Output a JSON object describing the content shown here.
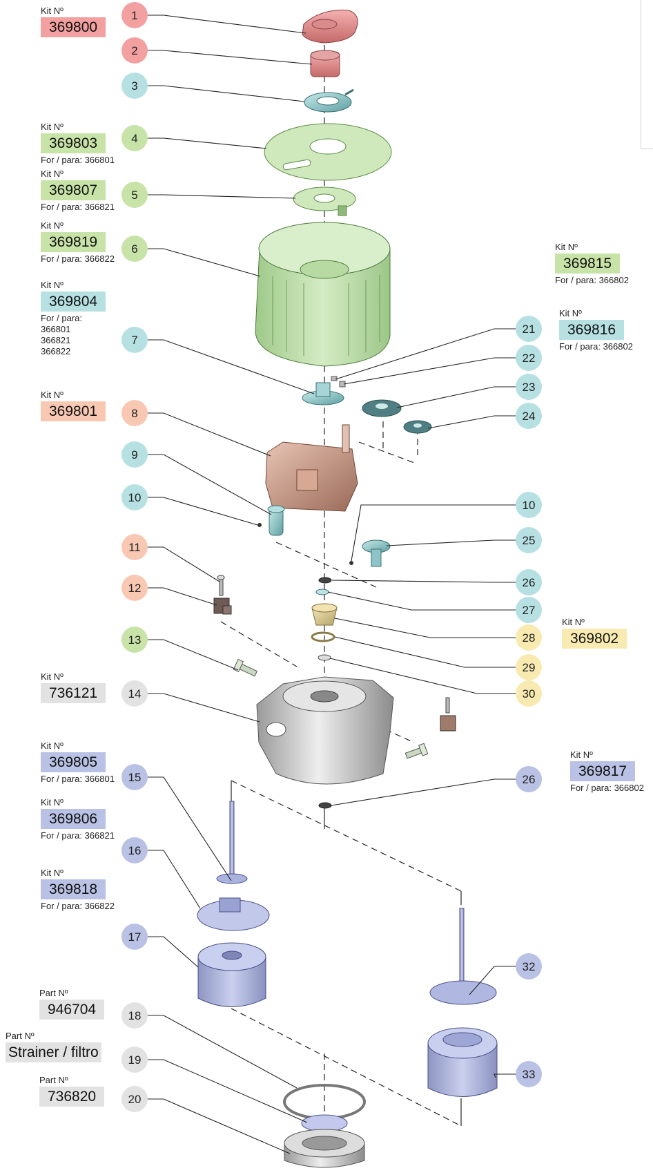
{
  "colors": {
    "red": "#f3a0a0",
    "green": "#c8e3a8",
    "teal": "#b6e0e2",
    "orange": "#f8c8b3",
    "yellow": "#f8eab0",
    "gray": "#e2e2e2",
    "blue": "#b9c1e4"
  },
  "callouts": [
    {
      "n": "1",
      "color": "red"
    },
    {
      "n": "2",
      "color": "red"
    },
    {
      "n": "3",
      "color": "teal"
    },
    {
      "n": "4",
      "color": "green"
    },
    {
      "n": "5",
      "color": "green"
    },
    {
      "n": "6",
      "color": "green"
    },
    {
      "n": "7",
      "color": "teal"
    },
    {
      "n": "8",
      "color": "orange"
    },
    {
      "n": "9",
      "color": "teal"
    },
    {
      "n": "10",
      "color": "teal"
    },
    {
      "n": "11",
      "color": "orange"
    },
    {
      "n": "12",
      "color": "orange"
    },
    {
      "n": "13",
      "color": "green"
    },
    {
      "n": "14",
      "color": "gray"
    },
    {
      "n": "15",
      "color": "blue"
    },
    {
      "n": "16",
      "color": "blue"
    },
    {
      "n": "17",
      "color": "blue"
    },
    {
      "n": "18",
      "color": "gray"
    },
    {
      "n": "19",
      "color": "gray"
    },
    {
      "n": "20",
      "color": "gray"
    },
    {
      "n": "21",
      "color": "teal"
    },
    {
      "n": "22",
      "color": "teal"
    },
    {
      "n": "23",
      "color": "teal"
    },
    {
      "n": "24",
      "color": "teal"
    },
    {
      "n": "10",
      "color": "teal"
    },
    {
      "n": "25",
      "color": "teal"
    },
    {
      "n": "26",
      "color": "teal"
    },
    {
      "n": "27",
      "color": "teal"
    },
    {
      "n": "28",
      "color": "yellow"
    },
    {
      "n": "29",
      "color": "yellow"
    },
    {
      "n": "30",
      "color": "yellow"
    },
    {
      "n": "26",
      "color": "blue"
    },
    {
      "n": "32",
      "color": "blue"
    },
    {
      "n": "33",
      "color": "blue"
    }
  ],
  "kits": [
    {
      "label": "Kit Nº",
      "number": "369800",
      "color": "red",
      "note": ""
    },
    {
      "label": "Kit Nº",
      "number": "369803",
      "color": "green",
      "note": "For / para: 366801"
    },
    {
      "label": "Kit Nº",
      "number": "369807",
      "color": "green",
      "note": "For / para: 366821"
    },
    {
      "label": "Kit Nº",
      "number": "369819",
      "color": "green",
      "note": "For / para: 366822"
    },
    {
      "label": "Kit Nº",
      "number": "369804",
      "color": "teal",
      "note": "For / para:\n366801\n366821\n366822"
    },
    {
      "label": "Kit Nº",
      "number": "369801",
      "color": "orange",
      "note": ""
    },
    {
      "label": "Kit Nº",
      "number": "736121",
      "color": "gray",
      "note": ""
    },
    {
      "label": "Kit Nº",
      "number": "369805",
      "color": "blue",
      "note": "For / para: 366801"
    },
    {
      "label": "Kit Nº",
      "number": "369806",
      "color": "blue",
      "note": "For / para: 366821"
    },
    {
      "label": "Kit Nº",
      "number": "369818",
      "color": "blue",
      "note": "For / para: 366822"
    },
    {
      "label": "Part Nº",
      "number": "946704",
      "color": "gray",
      "note": ""
    },
    {
      "label": "Part Nº",
      "number": "Strainer / filtro",
      "color": "gray",
      "note": ""
    },
    {
      "label": "Part Nº",
      "number": "736820",
      "color": "gray",
      "note": ""
    },
    {
      "label": "Kit Nº",
      "number": "369815",
      "color": "green",
      "note": "For / para: 366802"
    },
    {
      "label": "Kit Nº",
      "number": "369816",
      "color": "teal",
      "note": "For / para: 366802"
    },
    {
      "label": "Kit Nº",
      "number": "369802",
      "color": "yellow",
      "note": ""
    },
    {
      "label": "Kit Nº",
      "number": "369817",
      "color": "blue",
      "note": "For / para: 366802"
    }
  ]
}
